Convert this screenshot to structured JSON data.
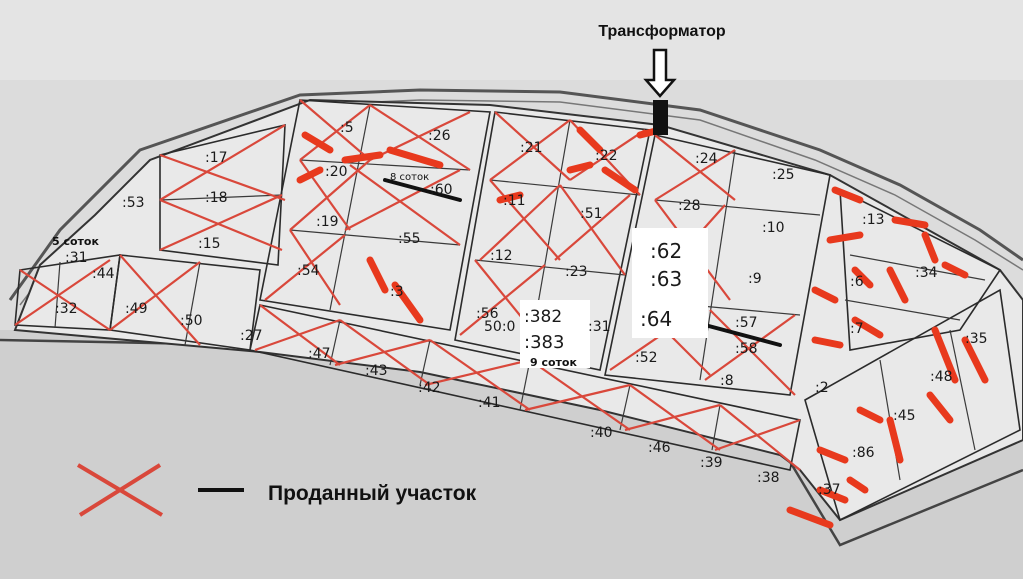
{
  "map": {
    "transformer_label": "Трансформатор",
    "legend": {
      "sold_label": "Проданный участок",
      "sold_mark_color": "#d9483b",
      "line_color": "#111111"
    },
    "colors": {
      "background": "#dcdcdc",
      "grid_line": "#2b2b2b",
      "sold_cross": "#d9483b",
      "heavy_cross": "#e8391d",
      "road_outline": "#555555"
    },
    "notes": {
      "five_sotok": "5 соток",
      "nine_sotok": "9 соток",
      "eight_sotok": "8 соток"
    },
    "plots": [
      ":5",
      ":26",
      ":20",
      ":60",
      ":19",
      ":55",
      ":54",
      ":3",
      ":17",
      ":18",
      ":15",
      ":53",
      ":31",
      ":44",
      ":32",
      ":49",
      ":50",
      ":27",
      ":21",
      ":22",
      ":11",
      ":51",
      ":12",
      ":23",
      ":56",
      "50:0",
      ":31",
      ":24",
      ":25",
      ":28",
      ":10",
      ":62",
      ":63",
      ":64",
      ":9",
      ":57",
      ":58",
      ":52",
      ":8",
      ":2",
      ":13",
      ":6",
      ":34",
      ":7",
      ":35",
      ":48",
      ":45",
      ":86",
      ":37",
      ":47",
      ":43",
      ":42",
      ":41",
      ":40",
      ":46",
      ":39",
      ":38",
      ":382",
      ":383"
    ]
  }
}
